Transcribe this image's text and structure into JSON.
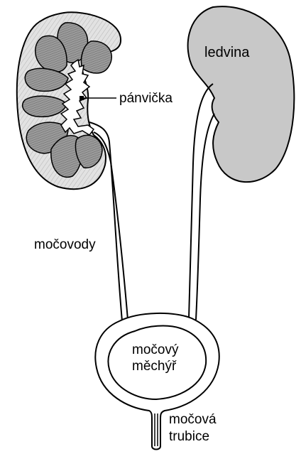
{
  "labels": {
    "kidney": "ledvina",
    "renal_pelvis": "pánvička",
    "ureters": "močovody",
    "bladder_line1": "močový",
    "bladder_line2": "měchýř",
    "urethra_line1": "močová",
    "urethra_line2": "trubice"
  },
  "colors": {
    "outline": "#000000",
    "kidney_fill": "#c8c8c8",
    "cortex_fill": "#dcdcdc",
    "pyramid_fill": "#8c8c8c",
    "pelvis_fill": "#ffffff",
    "background": "#ffffff"
  }
}
